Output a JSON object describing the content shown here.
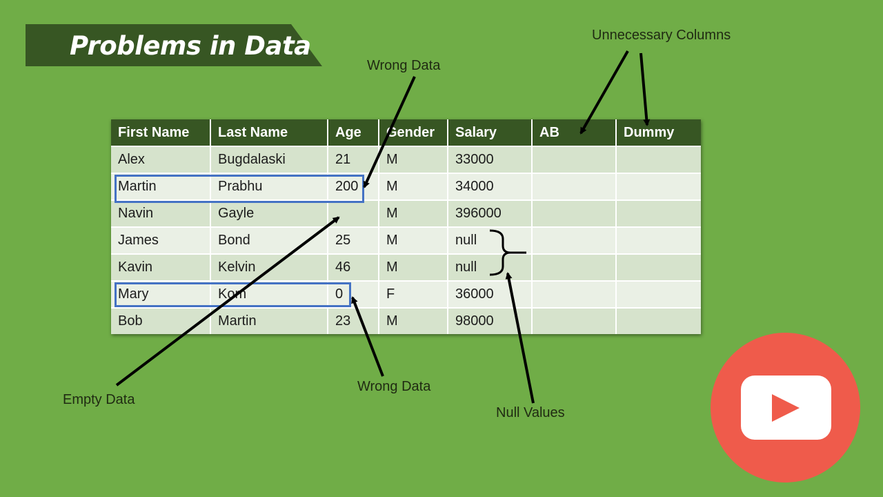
{
  "title": "Problems in Data",
  "table": {
    "headers": [
      "First Name",
      "Last Name",
      "Age",
      "Gender",
      "Salary",
      "AB",
      "Dummy"
    ],
    "rows": [
      [
        "Alex",
        "Bugdalaski",
        "21",
        "M",
        "33000",
        "",
        ""
      ],
      [
        "Martin",
        "Prabhu",
        "200",
        "M",
        "34000",
        "",
        ""
      ],
      [
        "Navin",
        "Gayle",
        "",
        "M",
        "396000",
        "",
        ""
      ],
      [
        "James",
        "Bond",
        "25",
        "M",
        "null",
        "",
        ""
      ],
      [
        "Kavin",
        "Kelvin",
        "46",
        "M",
        "null",
        "",
        ""
      ],
      [
        "Mary",
        "Kom",
        "0",
        "F",
        "36000",
        "",
        ""
      ],
      [
        "Bob",
        "Martin",
        "23",
        "M",
        "98000",
        "",
        ""
      ]
    ]
  },
  "annotations": {
    "unnecessary_columns": "Unnecessary Columns",
    "wrong_data_top": "Wrong Data",
    "wrong_data_bottom": "Wrong Data",
    "empty_data": "Empty Data",
    "null_values": "Null Values"
  },
  "icons": {
    "play_logo": "play-button-icon"
  },
  "colors": {
    "background": "#70ad47",
    "banner": "#375623",
    "table_header": "#375623",
    "row_odd": "#d6e3cc",
    "row_even": "#eaf0e5",
    "highlight": "#4472c4",
    "play_logo": "#ef5b4b"
  }
}
